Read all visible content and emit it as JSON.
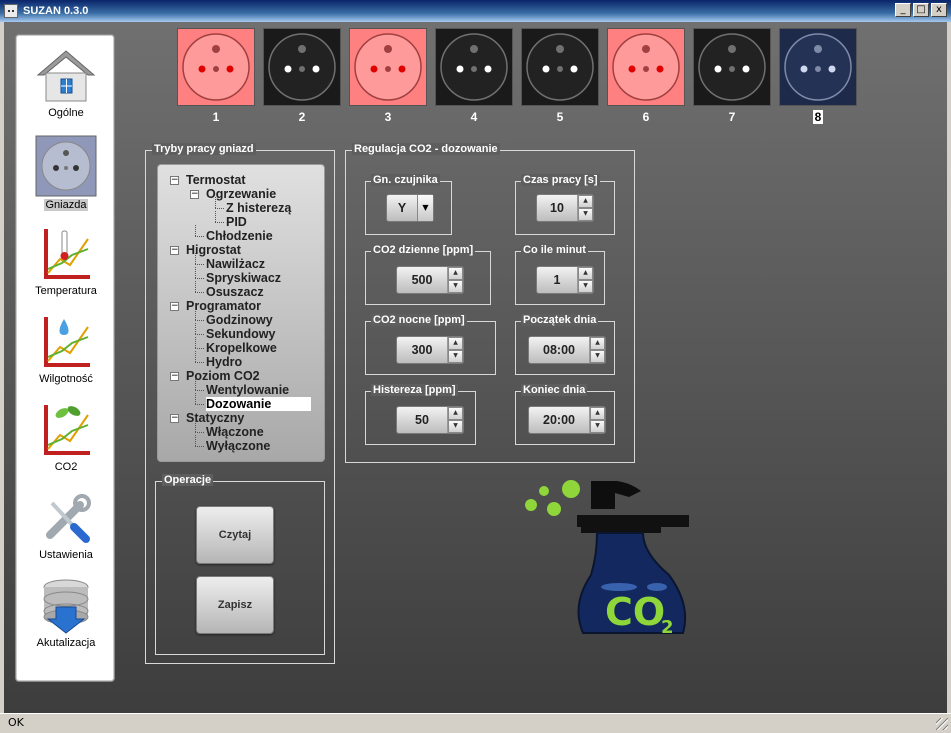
{
  "window": {
    "title": "SUZAN 0.3.0",
    "min": "_",
    "max": "□",
    "close": "x"
  },
  "status": "OK",
  "nav": [
    {
      "label": "Ogólne",
      "icon": "home-icon"
    },
    {
      "label": "Gniazda",
      "icon": "socket-icon",
      "active": true
    },
    {
      "label": "Temperatura",
      "icon": "temperature-chart-icon"
    },
    {
      "label": "Wilgotność",
      "icon": "humidity-chart-icon"
    },
    {
      "label": "CO2",
      "icon": "co2-chart-icon"
    },
    {
      "label": "Ustawienia",
      "icon": "tools-icon"
    },
    {
      "label": "Akutalizacja",
      "icon": "database-update-icon"
    }
  ],
  "sockets": [
    {
      "num": "1",
      "state": "on"
    },
    {
      "num": "2",
      "state": "off"
    },
    {
      "num": "3",
      "state": "on"
    },
    {
      "num": "4",
      "state": "off"
    },
    {
      "num": "5",
      "state": "off"
    },
    {
      "num": "6",
      "state": "on"
    },
    {
      "num": "7",
      "state": "off"
    },
    {
      "num": "8",
      "state": "selected"
    }
  ],
  "colors": {
    "socket_on": "#ff8080",
    "socket_off": "#1a1a1a",
    "socket_selected": "#1e2a4a",
    "led_on": "#e00000"
  },
  "modes": {
    "title": "Tryby pracy gniazd",
    "items": [
      {
        "label": "Termostat",
        "level": 0,
        "toggle": "−"
      },
      {
        "label": "Ogrzewanie",
        "level": 1,
        "toggle": "−"
      },
      {
        "label": "Z histerezą",
        "level": 2
      },
      {
        "label": "PID",
        "level": 2
      },
      {
        "label": "Chłodzenie",
        "level": 1
      },
      {
        "label": "Higrostat",
        "level": 0,
        "toggle": "−"
      },
      {
        "label": "Nawilżacz",
        "level": 1
      },
      {
        "label": "Spryskiwacz",
        "level": 1
      },
      {
        "label": "Osuszacz",
        "level": 1
      },
      {
        "label": "Programator",
        "level": 0,
        "toggle": "−"
      },
      {
        "label": "Godzinowy",
        "level": 1
      },
      {
        "label": "Sekundowy",
        "level": 1
      },
      {
        "label": "Kropelkowe",
        "level": 1
      },
      {
        "label": "Hydro",
        "level": 1
      },
      {
        "label": "Poziom CO2",
        "level": 0,
        "toggle": "−"
      },
      {
        "label": "Wentylowanie",
        "level": 1
      },
      {
        "label": "Dozowanie",
        "level": 1,
        "selected": true
      },
      {
        "label": "Statyczny",
        "level": 0,
        "toggle": "−"
      },
      {
        "label": "Włączone",
        "level": 1
      },
      {
        "label": "Wyłączone",
        "level": 1
      }
    ]
  },
  "operations": {
    "title": "Operacje",
    "read": "Czytaj",
    "write": "Zapisz"
  },
  "co2": {
    "title": "Regulacja CO2 - dozowanie",
    "sensor": {
      "label": "Gn. czujnika",
      "value": "Y"
    },
    "work_time": {
      "label": "Czas pracy  [s]",
      "value": "10"
    },
    "day_co2": {
      "label": "CO2 dzienne [ppm]",
      "value": "500"
    },
    "interval": {
      "label": "Co ile minut",
      "value": "1"
    },
    "night_co2": {
      "label": "CO2 nocne [ppm]",
      "value": "300"
    },
    "day_start": {
      "label": "Początek dnia",
      "value": "08:00"
    },
    "hysteresis": {
      "label": "Histereza [ppm]",
      "value": "50"
    },
    "day_end": {
      "label": "Koniec dnia",
      "value": "20:00"
    },
    "illustration_text": "CO",
    "illustration_sub": "2"
  }
}
